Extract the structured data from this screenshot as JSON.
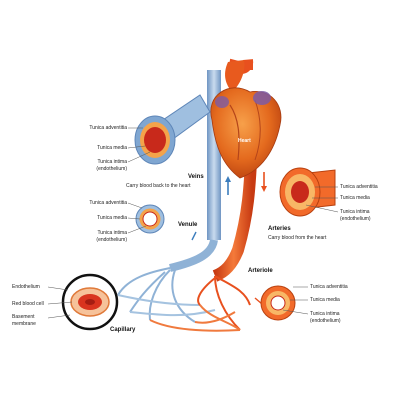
{
  "heart": "Heart",
  "veins": {
    "title": "Veins",
    "desc": "Carry blood back to the heart"
  },
  "arteries": {
    "title": "Arteries",
    "desc": "Carry blood from the heart"
  },
  "venule": "Venule",
  "arteriole": "Arteriole",
  "capillary": "Capillary",
  "vein_section": {
    "adventitia": "Tunica adventitia",
    "media": "Tunica media",
    "intima_1": "Tunica intima",
    "intima_2": "(endothelium)"
  },
  "venule_section": {
    "adventitia": "Tunica adventitia",
    "media": "Tunica media",
    "intima_1": "Tunica intima",
    "intima_2": "(endothelium)"
  },
  "artery_section": {
    "adventitia": "Tunica adventitia",
    "media": "Tunica media",
    "intima_1": "Tunica intima",
    "intima_2": "(endothelium)"
  },
  "arteriole_section": {
    "adventitia": "Tunica adventitia",
    "media": "Tunica media",
    "intima_1": "Tunica intima",
    "intima_2": "(endothelium)"
  },
  "capillary_section": {
    "endothelium": "Endothelium",
    "rbc": "Red blood cell",
    "basement_1": "Basement",
    "basement_2": "membrane"
  },
  "colors": {
    "vein": "#8fb2d6",
    "artery": "#e8501e",
    "heart": "#e06a1c",
    "media": "#f4a34a",
    "lumen": "#c8291b"
  }
}
